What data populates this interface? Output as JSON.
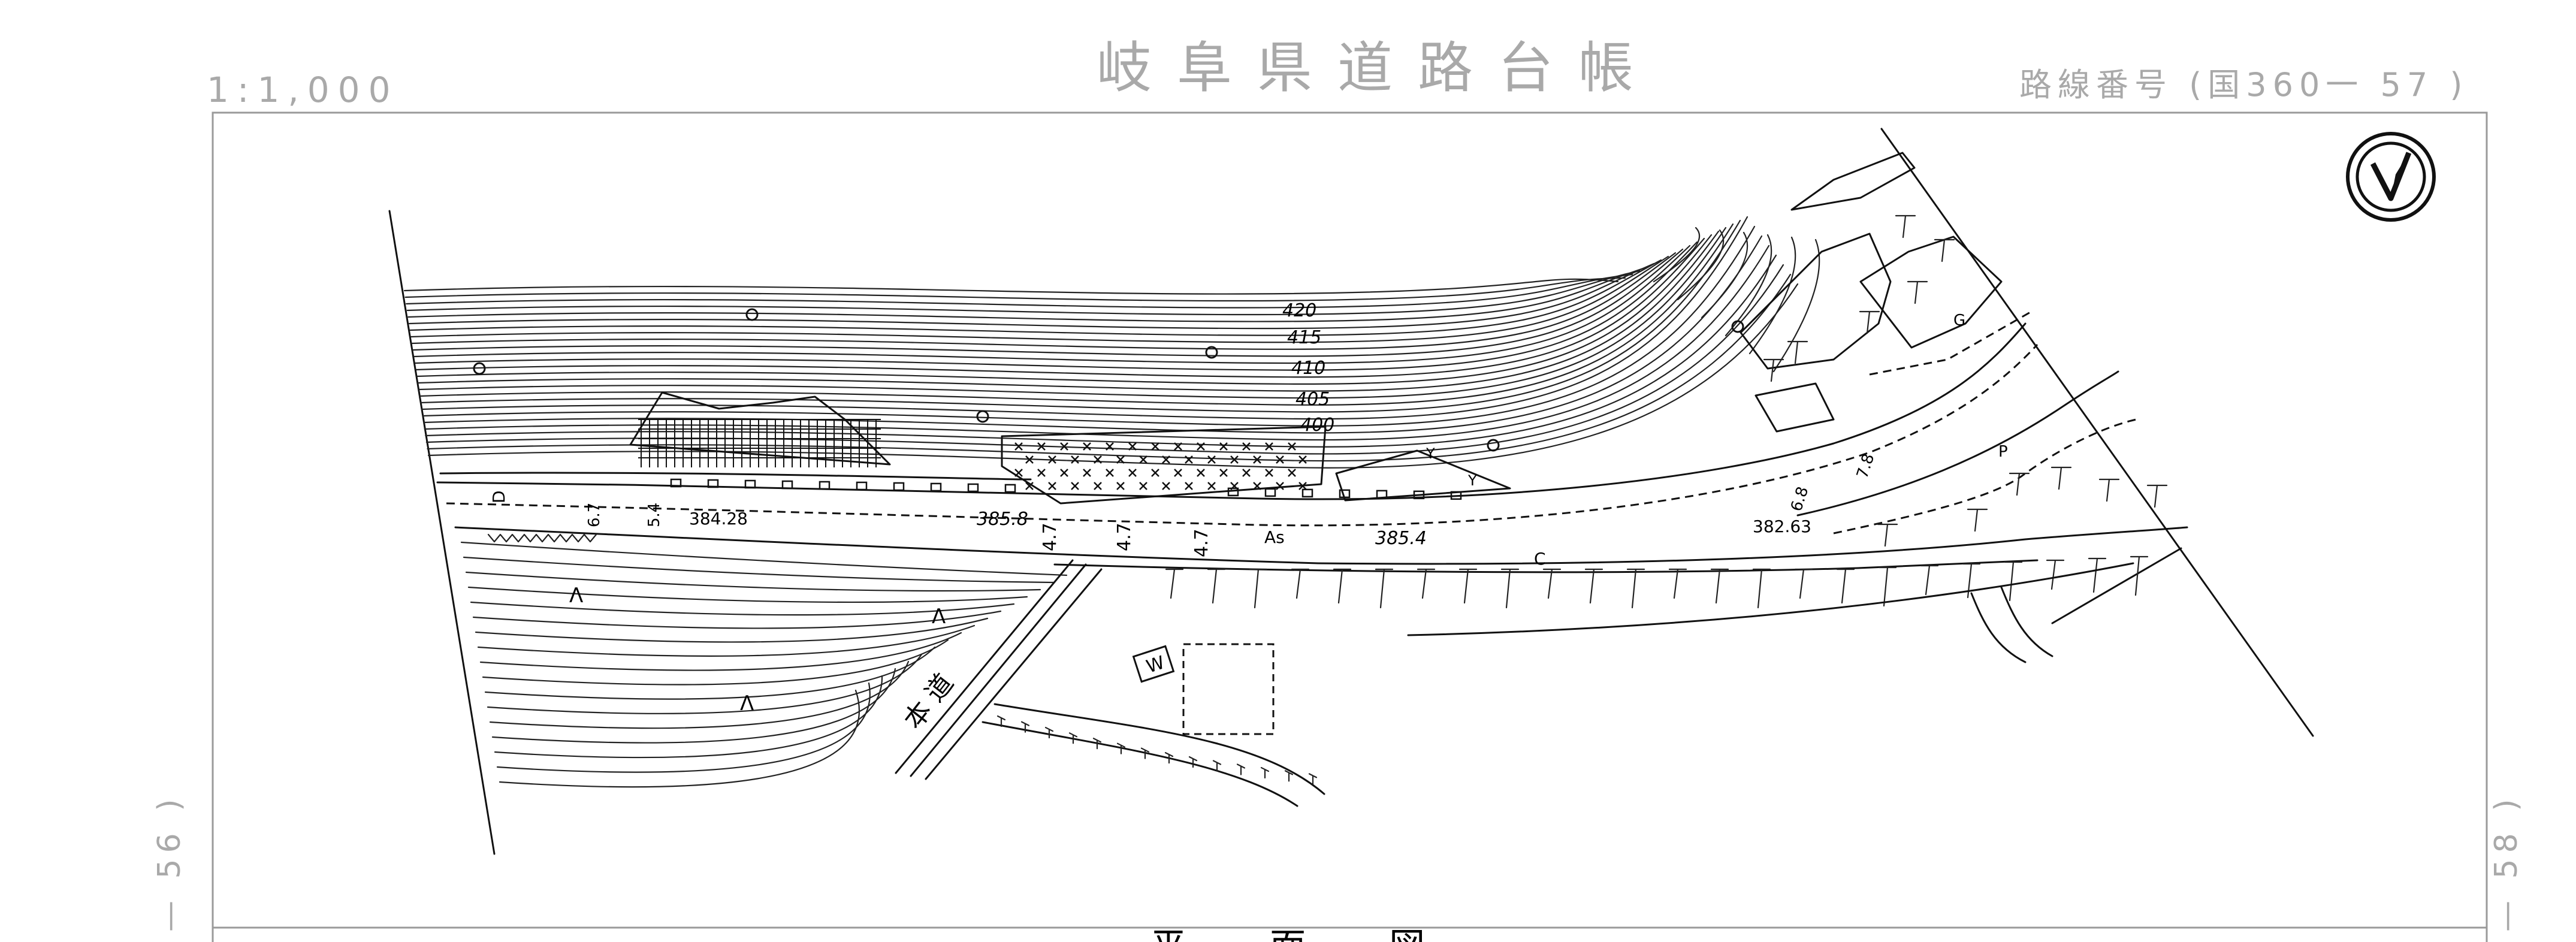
{
  "header": {
    "scale": "1:1,000",
    "title": "岐阜県道路台帳",
    "route_number": "路線番号 (国360一  57 )",
    "left_sheet_ref": "— 56 )",
    "right_sheet_ref": "— 58 )",
    "bottom_title_partial": "平 面 図"
  },
  "map": {
    "contour_labels": [
      "420",
      "415",
      "410",
      "405",
      "400"
    ],
    "elevation_points": [
      "384.28",
      "385.8",
      "385.4",
      "382.63"
    ],
    "road_widths": [
      "4.7",
      "4.7",
      "4.7",
      "5.4",
      "6.7",
      "7.8",
      "6.8"
    ],
    "surface_labels": [
      "As",
      "D",
      "C",
      "Y",
      "G",
      "P"
    ],
    "road_name": "本道",
    "well_symbol": "W",
    "grass_symbol": "Λ",
    "north_arrow_icon": "north-arrow-icon"
  }
}
